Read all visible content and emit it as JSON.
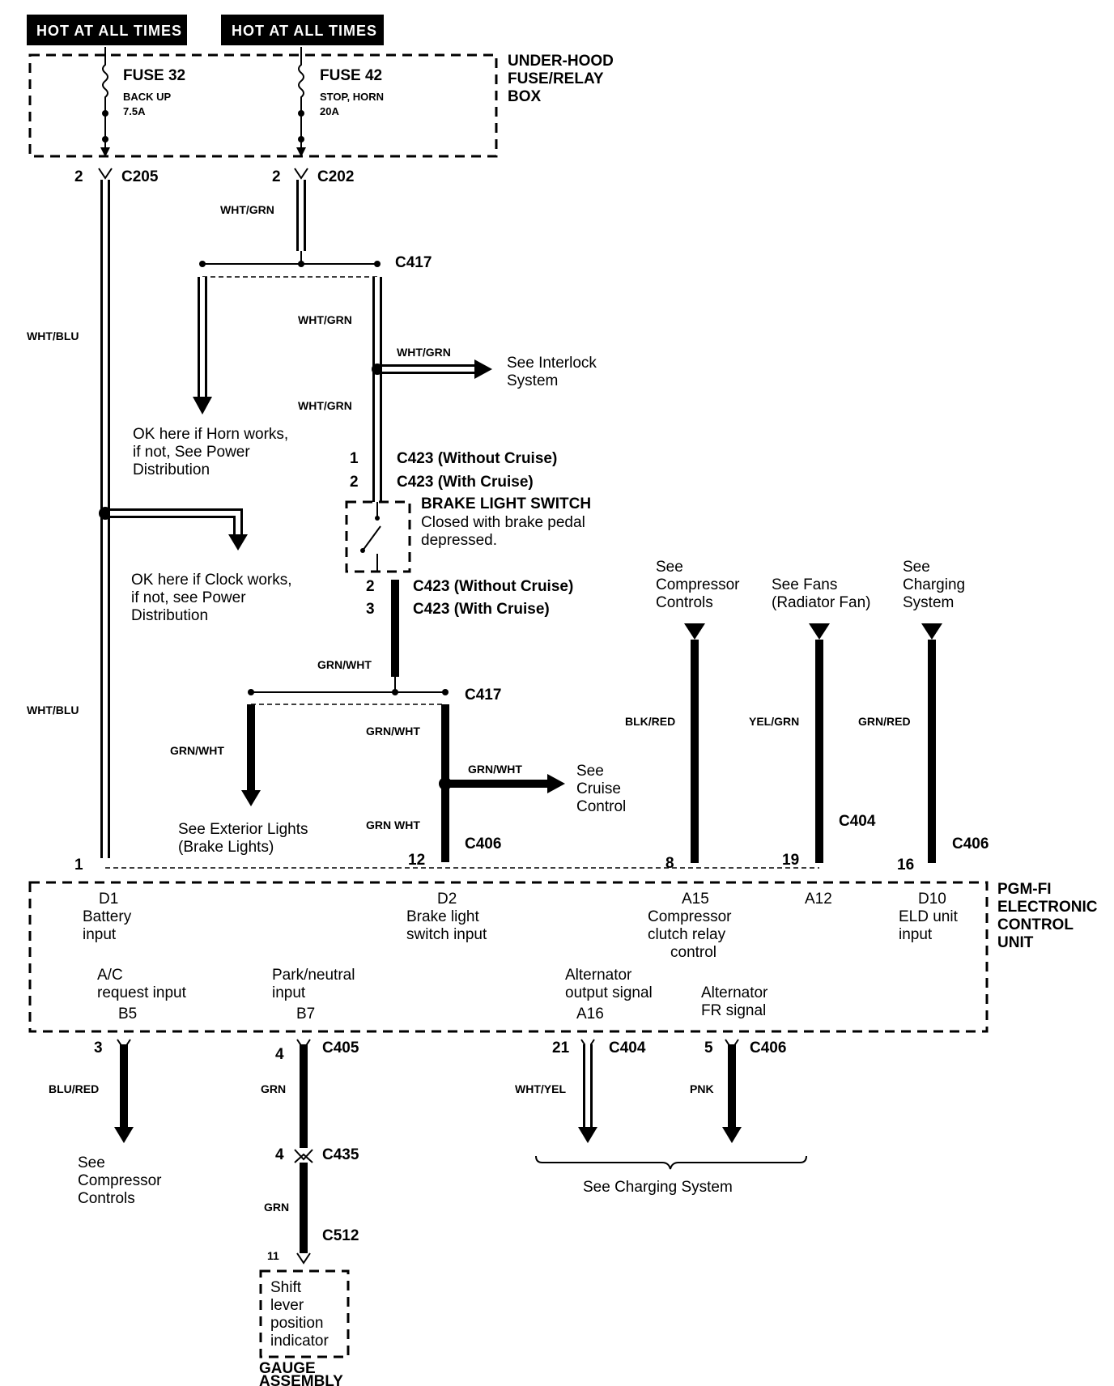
{
  "header": {
    "hot1": "HOT AT ALL TIMES",
    "hot2": "HOT AT ALL TIMES"
  },
  "fusebox": {
    "title": [
      "UNDER-HOOD",
      "FUSE/RELAY",
      "BOX"
    ],
    "fuse32": {
      "name": "FUSE 32",
      "desc": "BACK UP",
      "amp": "7.5A"
    },
    "fuse42": {
      "name": "FUSE 42",
      "desc": "STOP, HORN",
      "amp": "20A"
    }
  },
  "connectors": {
    "c205": {
      "pin": "2",
      "name": "C205"
    },
    "c202": {
      "pin": "2",
      "name": "C202"
    },
    "c417a": "C417",
    "c423a": {
      "pin1": "1",
      "label1": "C423 (Without Cruise)",
      "pin2": "2",
      "label2": "C423 (With Cruise)"
    },
    "c423b": {
      "pin1": "2",
      "label1": "C423 (Without Cruise)",
      "pin2": "3",
      "label2": "C423 (With Cruise)"
    },
    "c417b": "C417",
    "c406a": "C406",
    "c404a": "C404",
    "c406b": "C406",
    "c405": {
      "pin": "4",
      "name": "C405"
    },
    "c435": {
      "pin": "4",
      "name": "C435"
    },
    "c512": {
      "pin": "11",
      "name": "C512"
    },
    "c404b": {
      "pin": "21",
      "name": "C404"
    },
    "c406c": {
      "pin": "5",
      "name": "C406"
    },
    "ecu_pins_top": [
      "1",
      "12",
      "8",
      "19",
      "16"
    ],
    "ecu_pins_bottom": [
      "3"
    ]
  },
  "wires": {
    "wht_grn": "WHT/GRN",
    "wht_blu": "WHT/BLU",
    "grn_wht": "GRN/WHT",
    "grn_wht_alt": "GRN WHT",
    "blk_red": "BLK/RED",
    "yel_grn": "YEL/GRN",
    "grn_red": "GRN/RED",
    "blu_red": "BLU/RED",
    "grn": "GRN",
    "wht_yel": "WHT/YEL",
    "pnk": "PNK"
  },
  "notes": {
    "interlock": [
      "See Interlock",
      "System"
    ],
    "horn": [
      "OK here if Horn works,",
      "if not, See Power",
      "Distribution"
    ],
    "clock": [
      "OK here if Clock works,",
      "if not, see Power",
      "Distribution"
    ],
    "brake_switch_title": "BRAKE LIGHT SWITCH",
    "brake_switch_desc": [
      "Closed with brake pedal",
      "depressed."
    ],
    "compressor_top": [
      "See",
      "Compressor",
      "Controls"
    ],
    "fans": [
      "See Fans",
      "(Radiator Fan)"
    ],
    "charging_top": [
      "See",
      "Charging",
      "System"
    ],
    "cruise": [
      "See",
      "Cruise",
      "Control"
    ],
    "exterior": [
      "See Exterior Lights",
      "(Brake Lights)"
    ],
    "compressor_bottom": [
      "See",
      "Compressor",
      "Controls"
    ],
    "charging_bottom": "See Charging System"
  },
  "ecu": {
    "title": [
      "PGM-FI",
      "ELECTRONIC",
      "CONTROL",
      "UNIT"
    ],
    "d1": [
      "D1",
      "Battery",
      "input"
    ],
    "d2": [
      "D2",
      "Brake light",
      "switch input"
    ],
    "a15": [
      "A15",
      "Compressor",
      "clutch relay",
      "control"
    ],
    "a12": "A12",
    "d10": [
      "D10",
      "ELD unit",
      "input"
    ],
    "b5": [
      "A/C",
      "request input",
      "B5"
    ],
    "b7": [
      "Park/neutral",
      "input",
      "B7"
    ],
    "a16": [
      "Alternator",
      "output signal",
      "A16"
    ],
    "fr": [
      "Alternator",
      "FR signal"
    ]
  },
  "gauge": {
    "box": [
      "Shift",
      "lever",
      "position",
      "indicator"
    ],
    "title": [
      "GAUGE",
      "ASSEMBLY"
    ]
  }
}
